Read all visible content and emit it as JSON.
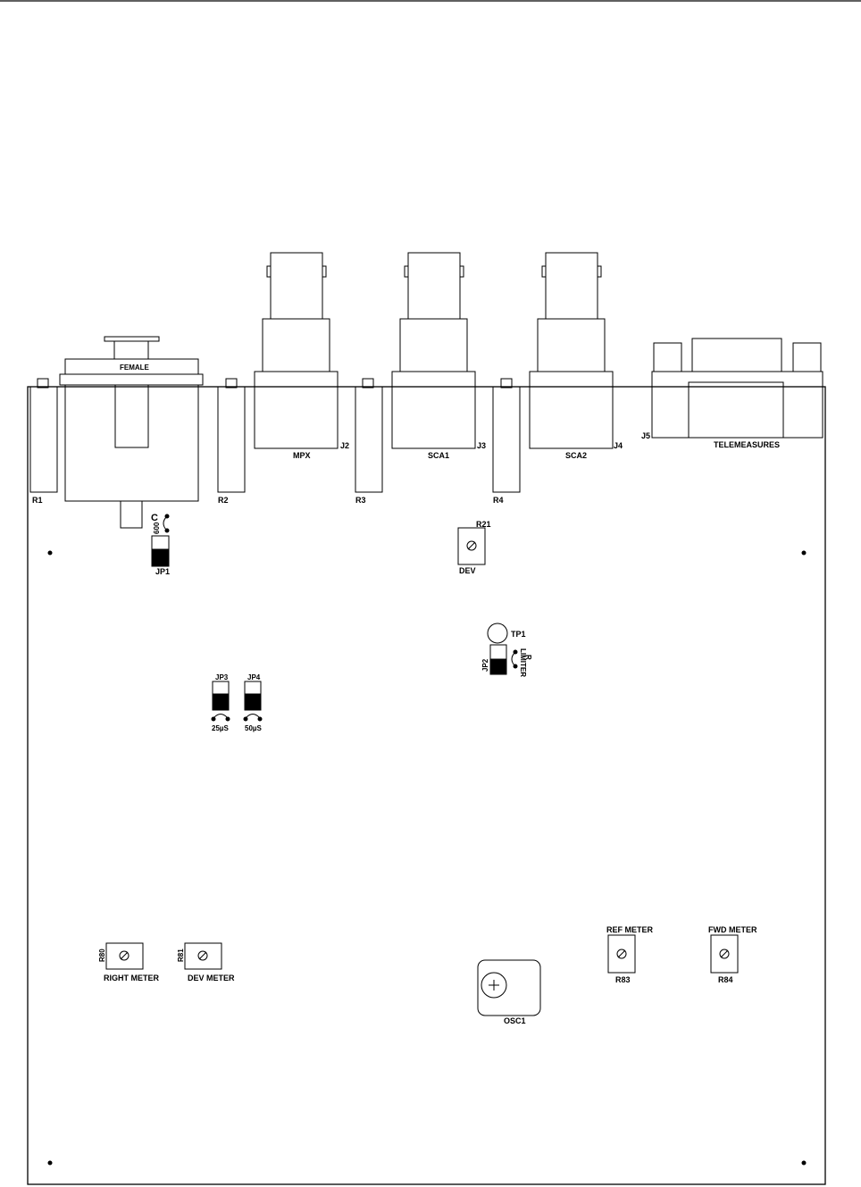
{
  "connectors": {
    "female_label": "FEMALE",
    "mpx": "MPX",
    "j2": "J2",
    "sca1": "SCA1",
    "j3": "J3",
    "sca2": "SCA2",
    "j4": "J4",
    "j5": "J5",
    "telemeasures": "TELEMEASURES"
  },
  "resistors": {
    "r1": "R1",
    "r2": "R2",
    "r3": "R3",
    "r4": "R4"
  },
  "jumpers": {
    "jp1": "JP1",
    "jp1_c": "C",
    "jp1_600": "600",
    "jp2": "JP2",
    "jp2_limiter": "LIMITER",
    "jp2_r": "R",
    "jp3": "JP3",
    "jp3_value": "25µS",
    "jp4": "JP4",
    "jp4_value": "50µS"
  },
  "trimmers": {
    "r21": "R21",
    "dev": "DEV",
    "r80": "R80",
    "right_meter": "RIGHT METER",
    "r81": "R81",
    "dev_meter": "DEV METER",
    "r83": "R83",
    "ref_meter": "REF METER",
    "r84": "R84",
    "fwd_meter": "FWD METER"
  },
  "testpoints": {
    "tp1": "TP1"
  },
  "oscillator": {
    "osc1": "OSC1"
  }
}
